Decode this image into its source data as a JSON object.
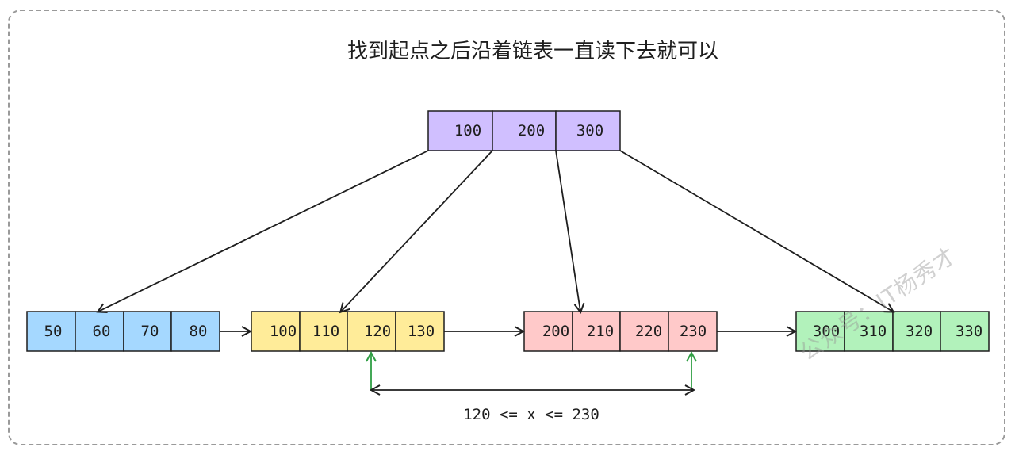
{
  "title": "找到起点之后沿着链表一直读下去就可以",
  "root_node": {
    "keys": [
      "100",
      "200",
      "300"
    ],
    "color": "#d0bfff"
  },
  "leaf_nodes": [
    {
      "keys": [
        "50",
        "60",
        "70",
        "80"
      ],
      "color": "#a5d8ff"
    },
    {
      "keys": [
        "100",
        "110",
        "120",
        "130"
      ],
      "color": "#ffec99"
    },
    {
      "keys": [
        "200",
        "210",
        "220",
        "230"
      ],
      "color": "#ffc9c9"
    },
    {
      "keys": [
        "300",
        "310",
        "320",
        "330"
      ],
      "color": "#b2f2bb"
    }
  ],
  "range": {
    "label": "120 <= x <= 230",
    "marker_color": "#2f9e44"
  },
  "watermark": "公众号：IT杨秀才",
  "colors": {
    "stroke": "#1e1e1e",
    "frame": "#9a9a9a"
  }
}
